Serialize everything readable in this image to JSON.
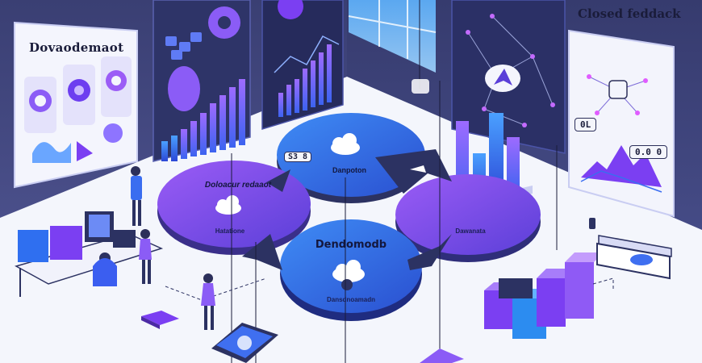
{
  "panels": {
    "left_title": "Dovaodemaot",
    "right_title": "Closed feddack"
  },
  "nodes": {
    "top_badge": "S3 8",
    "top_label": "Danpoton",
    "left_title": "Doloacur redaaot",
    "left_sub": "Hatatione",
    "center_title": "Dendomodb",
    "center_sub": "Dansdnoamadn",
    "right_sub": "Dawanata"
  },
  "right_panel": {
    "badge_1": "0L",
    "badge_2": "0.0 0"
  },
  "colors": {
    "accent_purple": "#7b3ff2",
    "accent_blue": "#2f5fe8",
    "dark_navy": "#2c3262",
    "floor": "#f2f4fb"
  }
}
